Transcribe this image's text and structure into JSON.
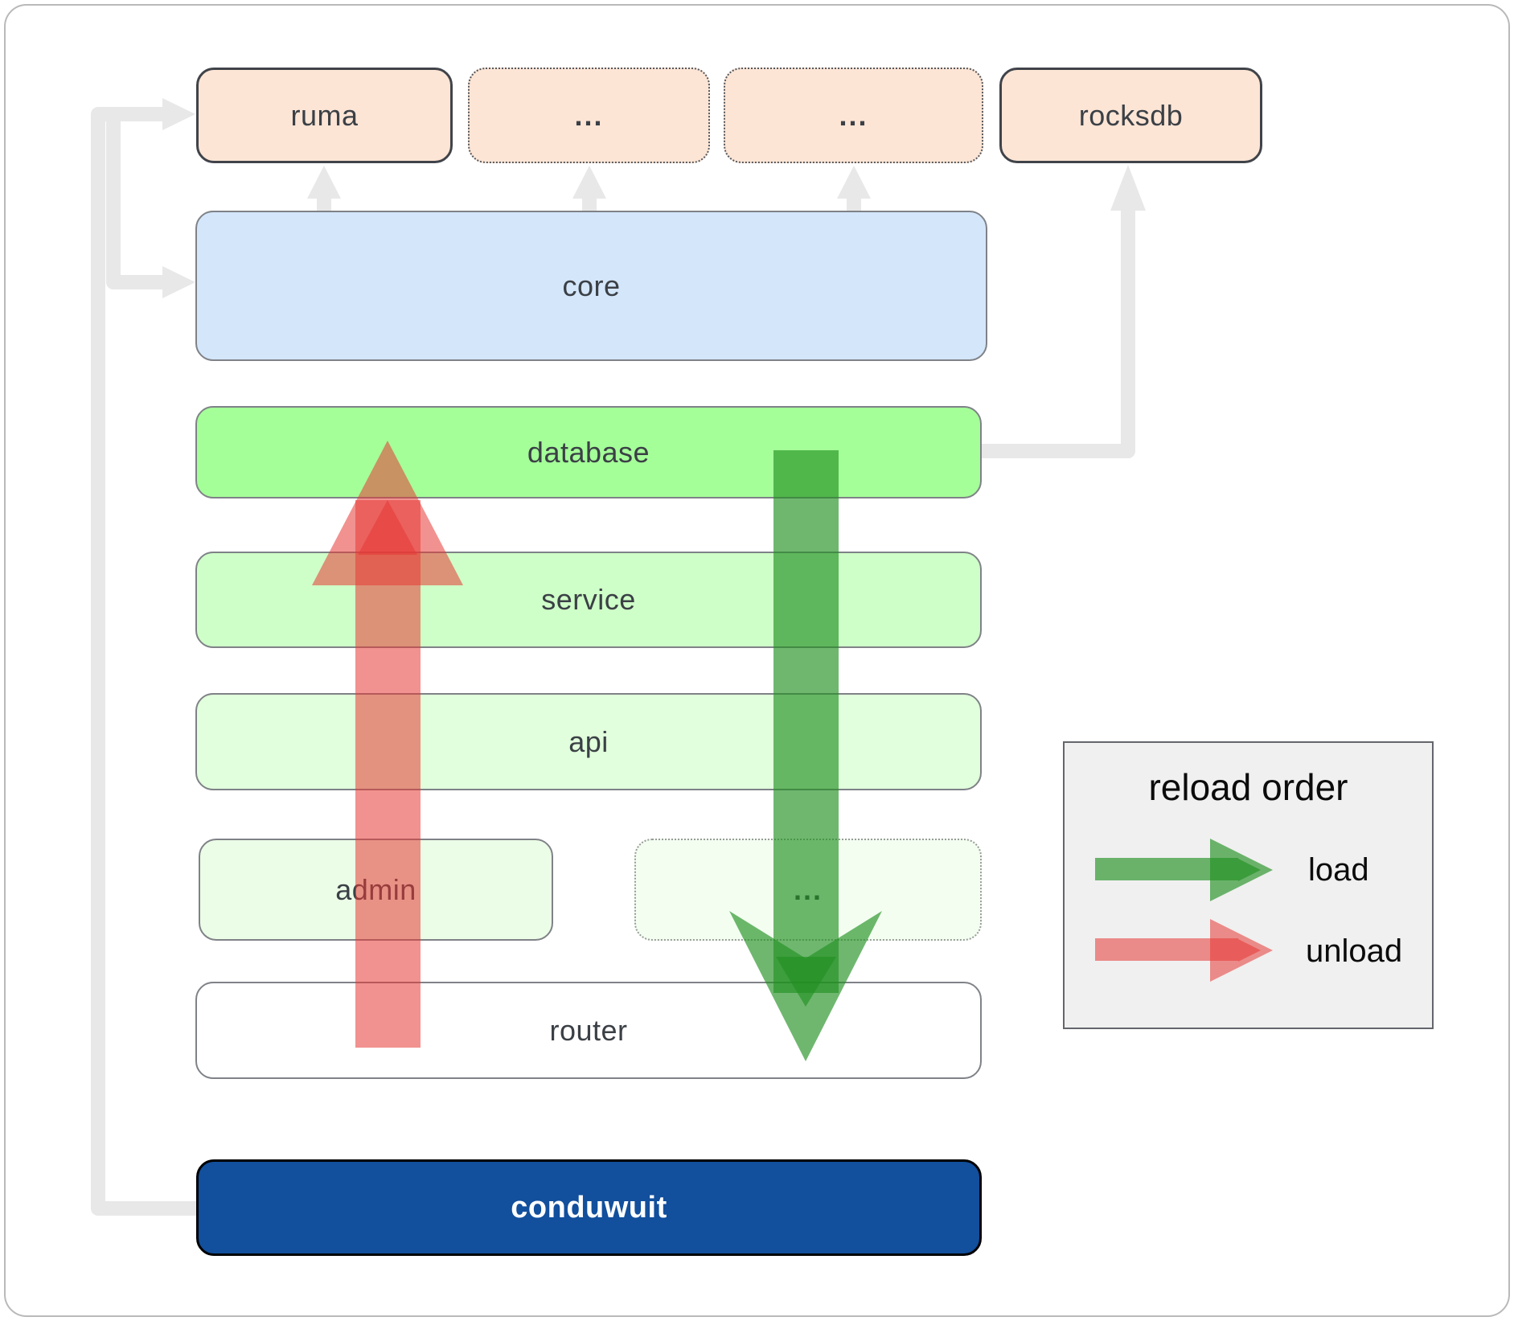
{
  "diagram": {
    "top_row": [
      {
        "id": "ruma",
        "label": "ruma",
        "border": "solid"
      },
      {
        "id": "crate-a",
        "label": "...",
        "border": "dotted"
      },
      {
        "id": "crate-b",
        "label": "...",
        "border": "dotted"
      },
      {
        "id": "rocksdb",
        "label": "rocksdb",
        "border": "solid"
      }
    ],
    "layers": [
      {
        "id": "core",
        "label": "core"
      },
      {
        "id": "database",
        "label": "database"
      },
      {
        "id": "service",
        "label": "service"
      },
      {
        "id": "api",
        "label": "api"
      }
    ],
    "admin_row": [
      {
        "id": "admin",
        "label": "admin",
        "border": "solid"
      },
      {
        "id": "admin-b",
        "label": "...",
        "border": "dotted"
      }
    ],
    "router": {
      "label": "router"
    },
    "conduwuit": {
      "label": "conduwuit"
    },
    "legend": {
      "title": "reload order",
      "items": [
        {
          "label": "load",
          "arrow": "green-right-arrow"
        },
        {
          "label": "unload",
          "arrow": "red-right-arrow"
        }
      ]
    },
    "icons": {
      "load_arrow": "down-arrow",
      "unload_arrow": "up-arrow",
      "dependency_arrows": "gray-elbow-arrows"
    },
    "colors": {
      "crate_fill": "#fce5d5",
      "core_fill": "#d4e6fa",
      "database_fill": "#a5ff99",
      "service_fill": "#cfffc8",
      "api_fill": "#e1ffdc",
      "admin_fill": "#ebfde7",
      "admin_b_fill": "#f3fef1",
      "router_fill": "#ffffff",
      "conduwuit_fill": "#124f9c",
      "load_arrow": "#229122",
      "unload_arrow": "#e53935",
      "connector_gray": "#e8e8e8",
      "legend_bg": "#f0f0f0"
    }
  }
}
